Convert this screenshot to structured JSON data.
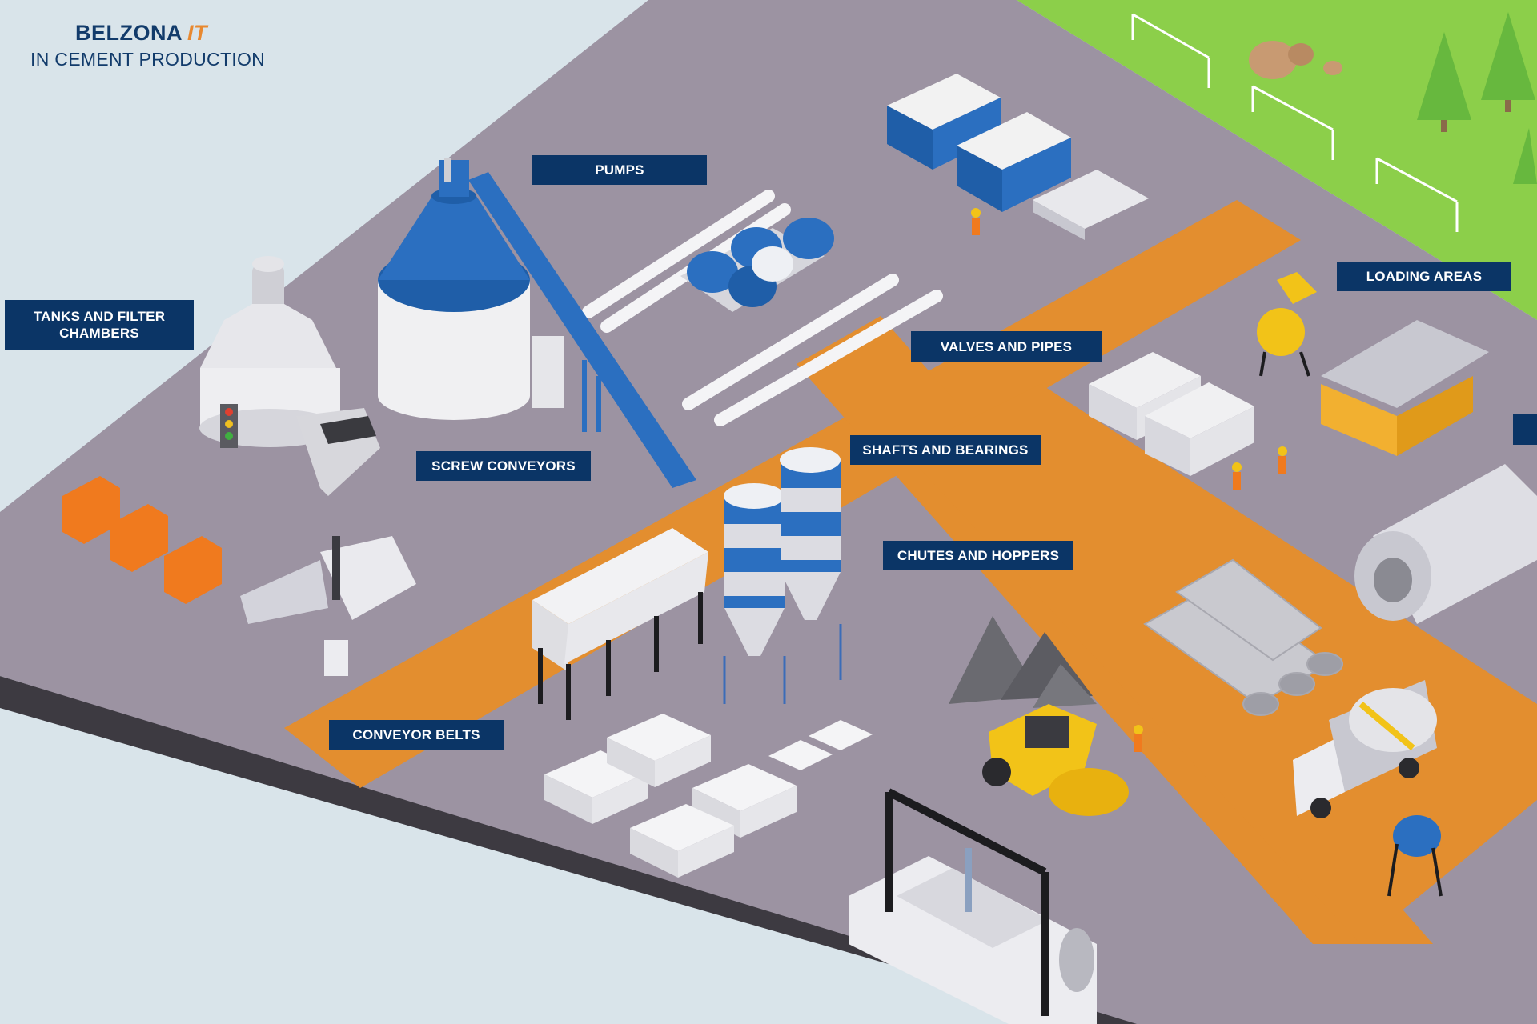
{
  "brand": {
    "name": "BELZONA",
    "suffix": "IT",
    "subtitle": "IN CEMENT PRODUCTION"
  },
  "labels": {
    "pumps": "PUMPS",
    "tanks": "TANKS AND FILTER CHAMBERS",
    "valves": "VALVES AND PIPES",
    "screw": "SCREW CONVEYORS",
    "shafts": "SHAFTS AND BEARINGS",
    "chutes": "CHUTES AND HOPPERS",
    "loading": "LOADING AREAS",
    "conveyor": "CONVEYOR BELTS"
  },
  "colors": {
    "sky": "#d9e4ea",
    "ground": "#9c93a2",
    "ground_edge": "#3d3a41",
    "orange_zone": "#e38e2f",
    "grass": "#8ccf4a",
    "label_bg": "#0b3566",
    "accent_blue": "#2a6cc0"
  }
}
